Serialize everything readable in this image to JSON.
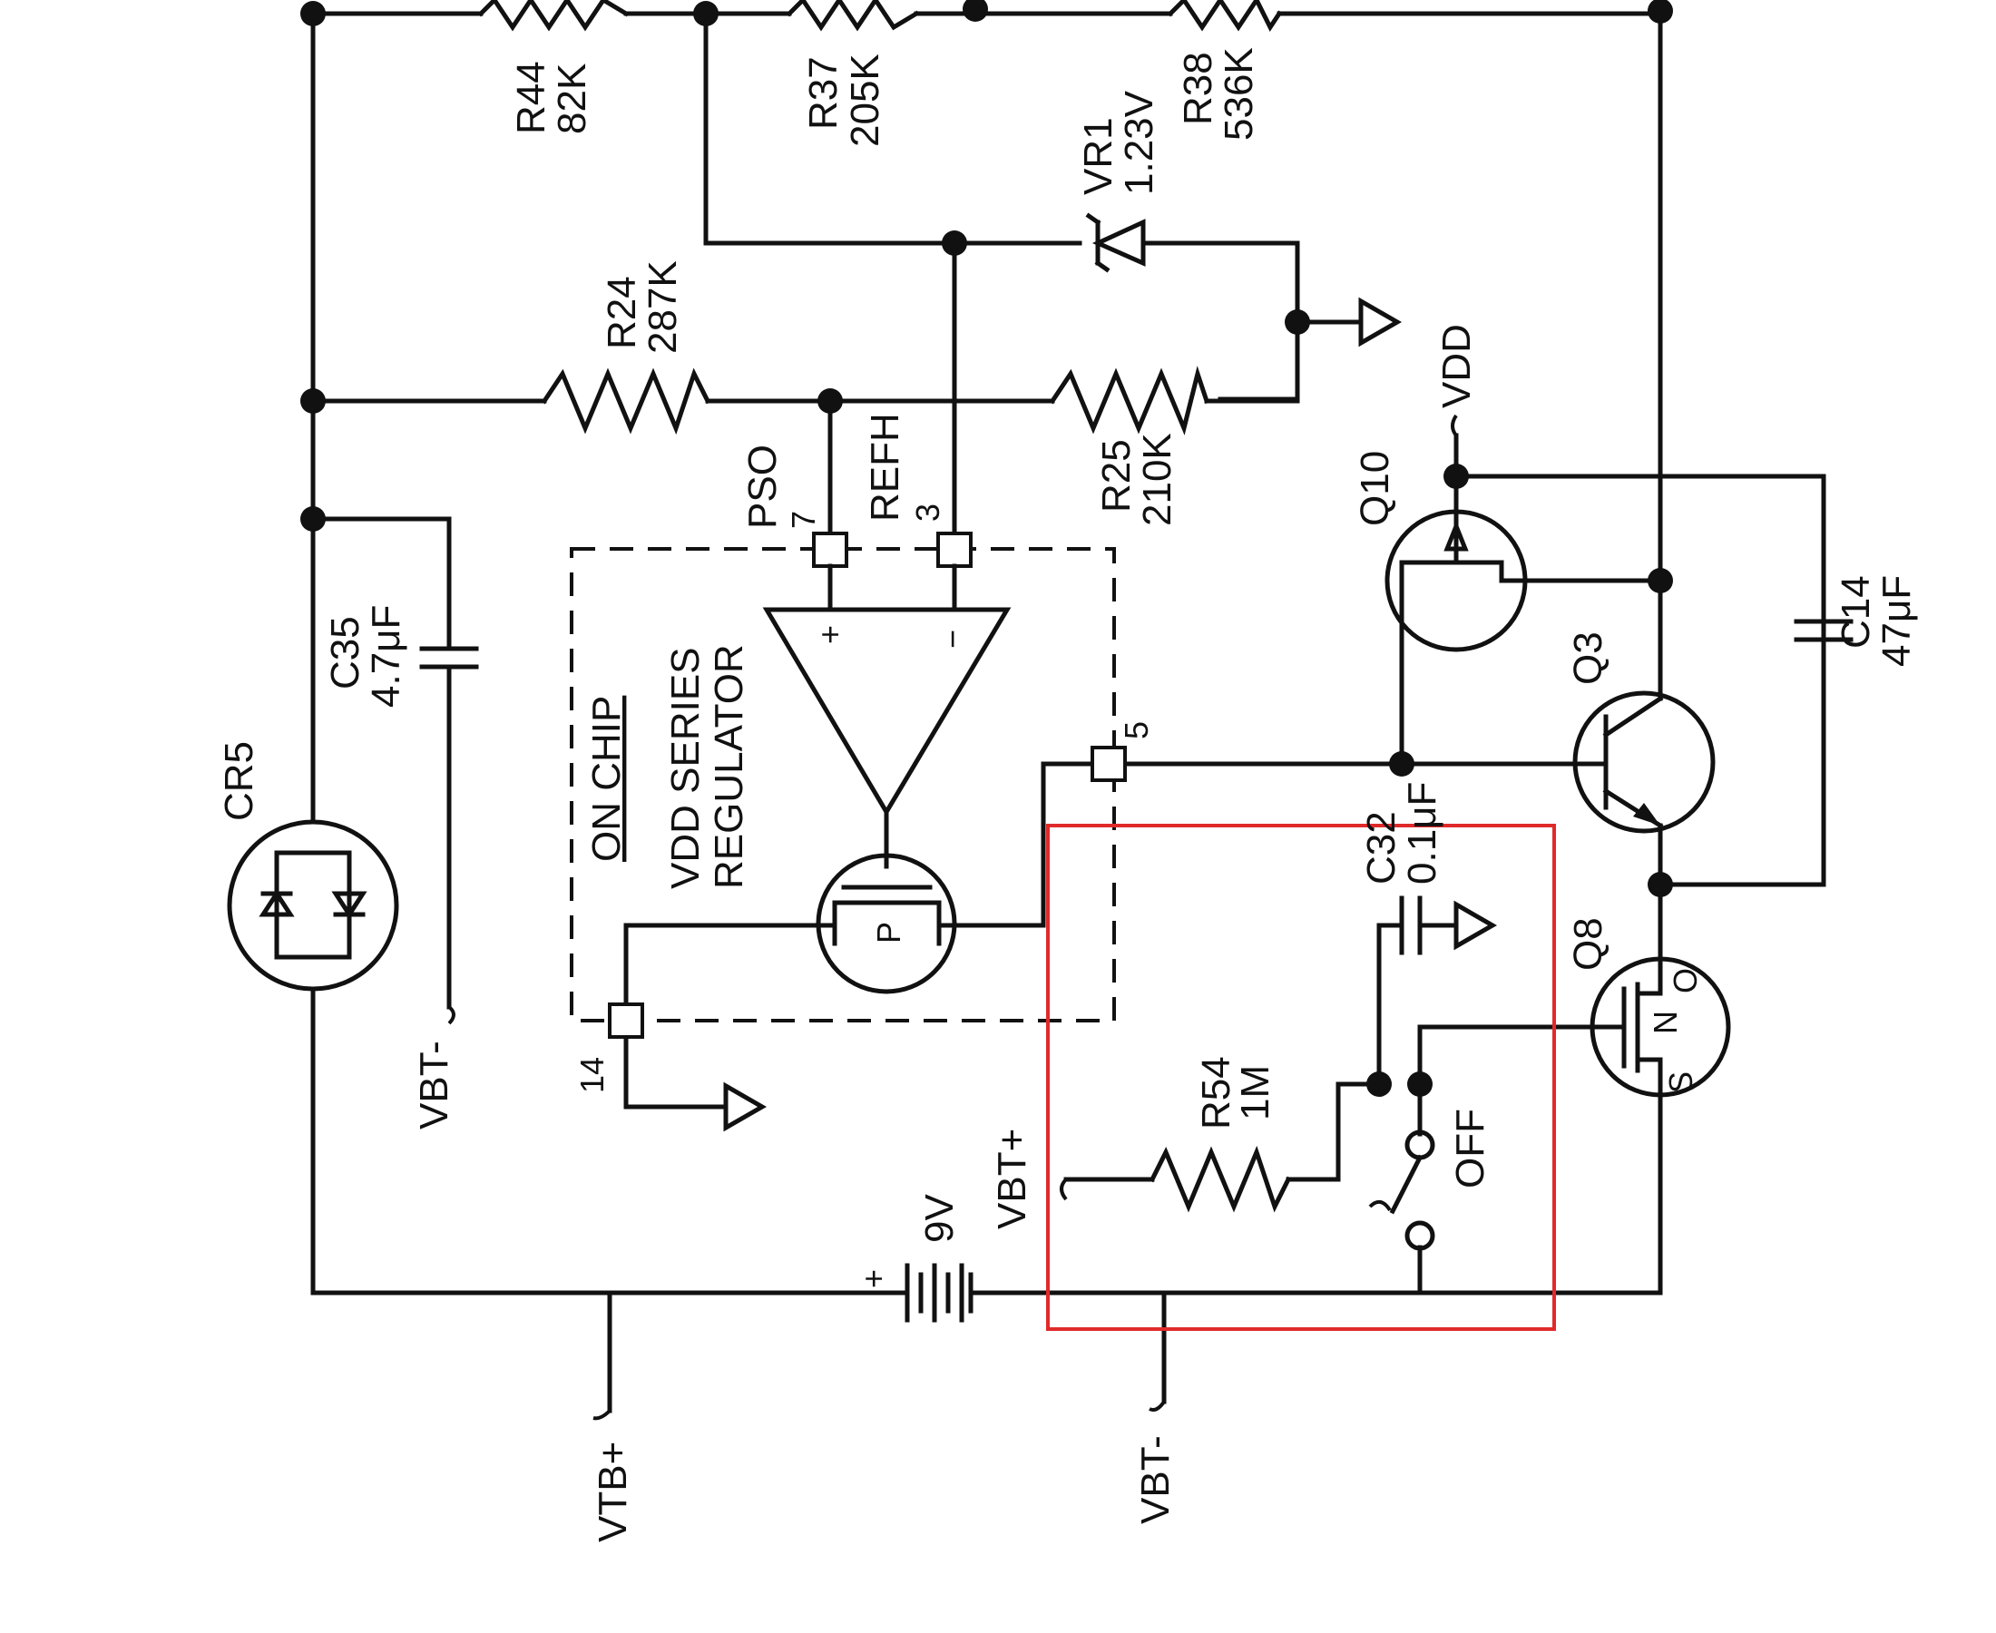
{
  "components": {
    "r44": {
      "ref": "R44",
      "value": "82K"
    },
    "r37": {
      "ref": "R37",
      "value": "205K"
    },
    "r38": {
      "ref": "R38",
      "value": "536K"
    },
    "vr1": {
      "ref": "VR1",
      "value": "1.23V"
    },
    "r24": {
      "ref": "R24",
      "value": "287K"
    },
    "r25": {
      "ref": "R25",
      "value": "210K"
    },
    "c35": {
      "ref": "C35",
      "value": "4.7μF"
    },
    "cr5": {
      "ref": "CR5"
    },
    "q10": {
      "ref": "Q10"
    },
    "q3": {
      "ref": "Q3"
    },
    "q8": {
      "ref": "Q8",
      "pin_n": "N",
      "pin_s": "S",
      "pin_o": "O"
    },
    "c14": {
      "ref": "C14",
      "value": "47μF"
    },
    "c32": {
      "ref": "C32",
      "value": "0.1μF"
    },
    "r54": {
      "ref": "R54",
      "value": "1M"
    },
    "battery": {
      "value": "9V",
      "plus": "+"
    },
    "switch": {
      "label": "OFF"
    },
    "pmos": {
      "label": "P"
    }
  },
  "chip": {
    "title": "ON CHIP",
    "name_line1": "VDD SERIES",
    "name_line2": "REGULATOR",
    "pin_pso": "PSO",
    "pin_7": "7",
    "pin_refh": "REFH",
    "pin_3": "3",
    "pin_5": "5",
    "pin_14": "14",
    "opamp_plus": "+",
    "opamp_minus": "−"
  },
  "nets": {
    "vdd": "VDD",
    "vbt_minus_left": "VBT-",
    "vbt_plus": "VBT+",
    "vtb_plus": "VTB+",
    "vbt_minus_bottom": "VBT-"
  },
  "colors": {
    "highlight": "#e02a2a"
  }
}
